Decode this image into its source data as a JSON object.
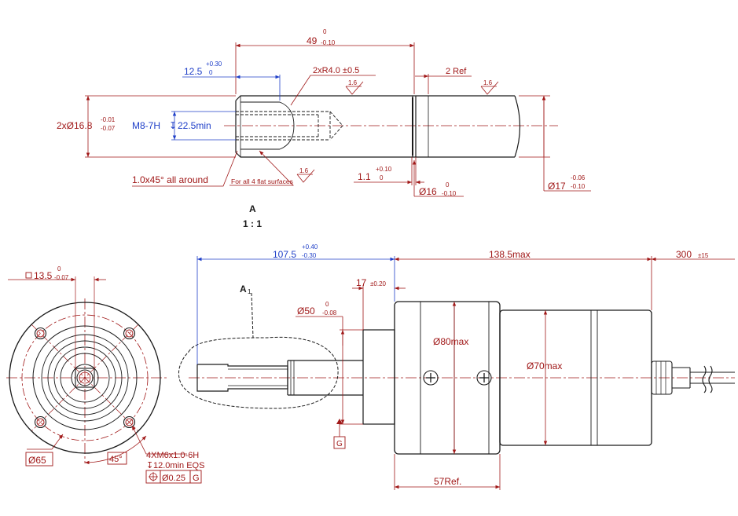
{
  "colors": {
    "outline": "#1a1a1a",
    "dimension": "#a01818",
    "blue_dimension": "#1f3fc8",
    "background": "#ffffff"
  },
  "detail": {
    "view_name": "A",
    "scale": "1 : 1",
    "dim_length": "49",
    "dim_length_tol_upper": "0",
    "dim_length_tol_lower": "-0.10",
    "dim_thread_offset": "12.5",
    "dim_thread_offset_tol_upper": "+0.30",
    "dim_thread_offset_tol_lower": "0",
    "radius_note": "2xR4.0 ±0.5",
    "surface_finish": "1.6",
    "ref_2": "2 Ref",
    "dia_flats": "2xØ16.8",
    "dia_flats_tol_upper": "-0.01",
    "dia_flats_tol_lower": "-0.07",
    "thread_note": "M8-7H",
    "thread_depth": "22.5min",
    "chamfer_note": "1.0x45° all around",
    "flat_note": "For all 4 flat surfaces",
    "groove_width": "1.1",
    "groove_width_tol_upper": "+0.10",
    "groove_width_tol_lower": "0",
    "dia_groove": "Ø16",
    "dia_groove_tol_upper": "0",
    "dia_groove_tol_lower": "-0.10",
    "dia_shaft": "Ø17",
    "dia_shaft_tol_upper": "-0.06",
    "dia_shaft_tol_lower": "-0.10"
  },
  "front": {
    "square": "13.5",
    "square_tol_upper": "0",
    "square_tol_lower": "-0.07",
    "bolt_circle": "Ø65",
    "angle": "45°",
    "hole_note": "4XM6x1.0-6H",
    "hole_depth": "12.0min EQS",
    "position_tol": "Ø0.25",
    "datum": "G"
  },
  "side": {
    "detail_callout": "A",
    "shaft_length": "107.5",
    "shaft_length_tol_upper": "+0.40",
    "shaft_length_tol_lower": "-0.30",
    "body_length": "138.5max",
    "cable_length": "300",
    "cable_length_tol": "±15",
    "pilot_length": "17",
    "pilot_length_tol": "±0.20",
    "pilot_dia": "Ø50",
    "pilot_dia_tol_upper": "0",
    "pilot_dia_tol_lower": "-0.08",
    "flange_dia": "Ø80max",
    "motor_dia": "Ø70max",
    "gear_ref": "57Ref.",
    "datum": "G"
  }
}
